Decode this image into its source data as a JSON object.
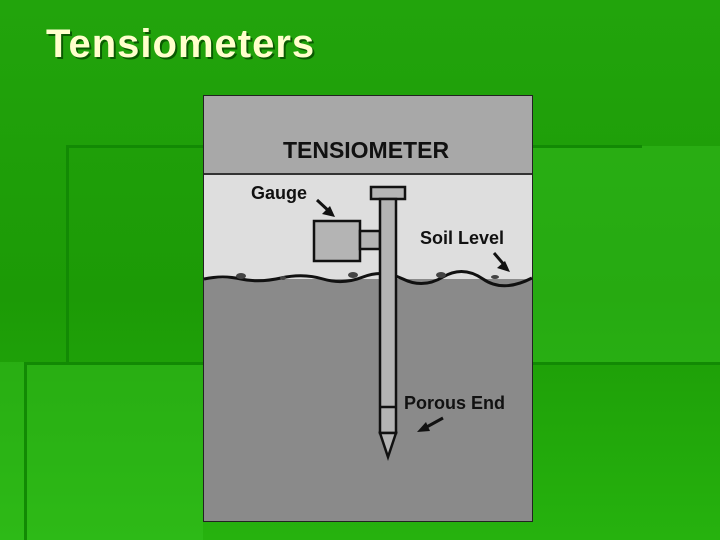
{
  "slide": {
    "title": "Tensiometers"
  },
  "diagram": {
    "heading": "TENSIOMETER",
    "labels": {
      "gauge": "Gauge",
      "soil_level": "Soil Level",
      "porous_end": "Porous End"
    }
  },
  "colors": {
    "slide_background": "#22a40c",
    "title_text": "#ffffcc",
    "header_band": "#a8a8a8",
    "air_band": "#dedede",
    "soil": "#8a8a8a",
    "instrument": "#b4b4b4",
    "outline": "#111111"
  }
}
